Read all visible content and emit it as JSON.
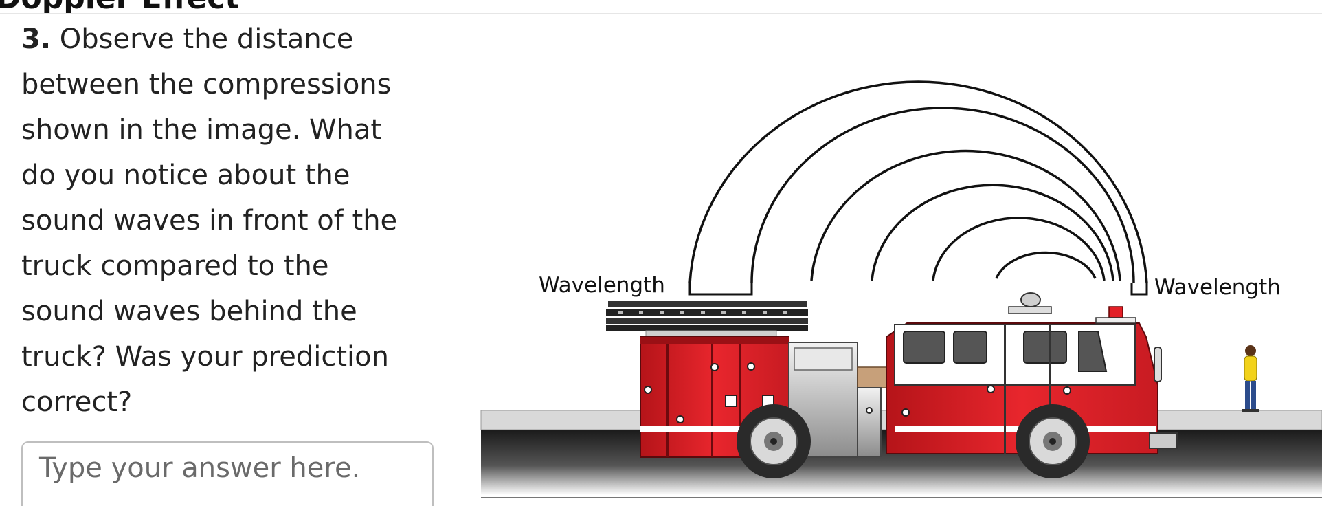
{
  "header": {
    "title": "Doppler Effect"
  },
  "question": {
    "number": "3.",
    "text": "Observe the distance between the compressions shown in the image. What do you notice about the sound waves in front of the truck compared to the sound waves behind the truck? Was your prediction correct?"
  },
  "answer": {
    "placeholder": "Type your answer here."
  },
  "figure": {
    "label_left": "Wavelength",
    "label_right": "Wavelength",
    "truck_color": "#d9242b"
  }
}
